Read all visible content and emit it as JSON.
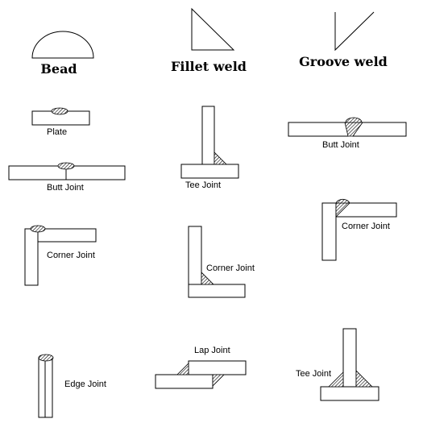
{
  "headers": {
    "bead": "Bead",
    "fillet": "Fillet weld",
    "groove": "Groove weld"
  },
  "labels": {
    "plate": "Plate",
    "butt_joint_1": "Butt Joint",
    "tee_joint_1": "Tee Joint",
    "butt_joint_2": "Butt Joint",
    "corner_joint_1": "Corner Joint",
    "corner_joint_2": "Corner Joint",
    "corner_joint_3": "Corner Joint",
    "edge_joint": "Edge Joint",
    "lap_joint": "Lap Joint",
    "tee_joint_2": "Tee Joint"
  },
  "colors": {
    "line": "#000000",
    "background": "#ffffff",
    "hatch": "#000000"
  }
}
